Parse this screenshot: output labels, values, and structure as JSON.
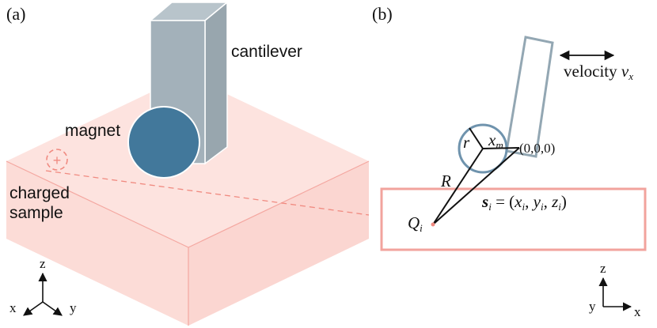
{
  "panel_a": {
    "label": "(a)",
    "cantilever": "cantilever",
    "magnet": "magnet",
    "sample_line1": "charged",
    "sample_line2": "sample",
    "charge_symbol": "+",
    "axes": {
      "z": "z",
      "x": "x",
      "y": "y"
    }
  },
  "panel_b": {
    "label": "(b)",
    "velocity_text": "velocity ",
    "velocity_var": "v",
    "velocity_sub": "x",
    "r": "r",
    "xm_main": "x",
    "xm_sub": "m",
    "origin": "(0,0,0)",
    "R": "R",
    "s_main": "s",
    "s_sub": "i",
    "s_eq": " = (",
    "xi_main": "x",
    "xi_sub": "i",
    "comma1": ", ",
    "yi_main": "y",
    "yi_sub": "i",
    "comma2": ", ",
    "zi_main": "z",
    "zi_sub": "i",
    "close": ")",
    "Q_main": "Q",
    "Q_sub": "i",
    "axes": {
      "z": "z",
      "y": "y",
      "x": "x"
    }
  },
  "colors": {
    "sample_fill": "#fde3df",
    "sample_edge": "#f4a7a0",
    "cantilever_front": "#a3b1ba",
    "cantilever_side": "#98a6ae",
    "cantilever_top": "#b8c4cb",
    "magnet": "#42789b",
    "box_outline": "#f2a39d",
    "circle_outline": "#6f93ad",
    "charge": "#f08a80"
  }
}
